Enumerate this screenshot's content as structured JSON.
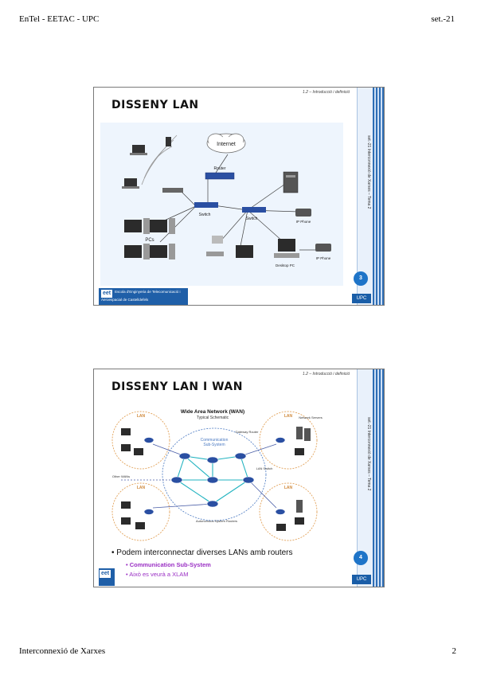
{
  "page": {
    "header_left": "EnTel - EETAC - UPC",
    "header_right": "set.-21",
    "footer_left": "Interconnexió de Xarxes",
    "footer_right": "2"
  },
  "slide1": {
    "section": "1.2 – Introducció i definició",
    "title": "DISSENY LAN",
    "side_text": "set.-21     Interconnexió de Xarxes – Tema 2",
    "page_number": "3",
    "upc_label": "UPC",
    "school_text": "Escola d'Enginyeria de Telecomunicació i Aeroespacial de Castelldefels",
    "diagram_labels": {
      "internet": "Internet",
      "router": "Router",
      "switch_a": "Switch",
      "switch_b": "Switch",
      "ip_phone": "IP Phone",
      "desktop_pc": "Desktop PC",
      "ip_phone2": "IP Phone",
      "pcs": "PCs"
    }
  },
  "slide2": {
    "section": "1.2 – Introducció i definició",
    "title": "DISSENY LAN I WAN",
    "side_text": "set.-21     Interconnexió de Xarxes – Tema 2",
    "page_number": "4",
    "upc_label": "UPC",
    "bullet": "Podem interconnectar diverses LANs amb routers",
    "sub1": "Communication Sub-System",
    "sub2": "Això es veurà a XLAM",
    "diagram_labels": {
      "wan_title": "Wide Area Network (WAN)",
      "wan_sub": "Typical Schematic",
      "comm": "Communication",
      "comm2": "Sub-System",
      "lan": "LAN",
      "gateway": "Gateway Router",
      "other_wans": "Other WANs",
      "lan_switch": "LAN Switch",
      "network_servers": "Network Servers",
      "autonomous": "Autonomous System Routers"
    }
  },
  "colors": {
    "accent_blue": "#1e74c8",
    "bullet_purple": "#9a2fc4"
  }
}
